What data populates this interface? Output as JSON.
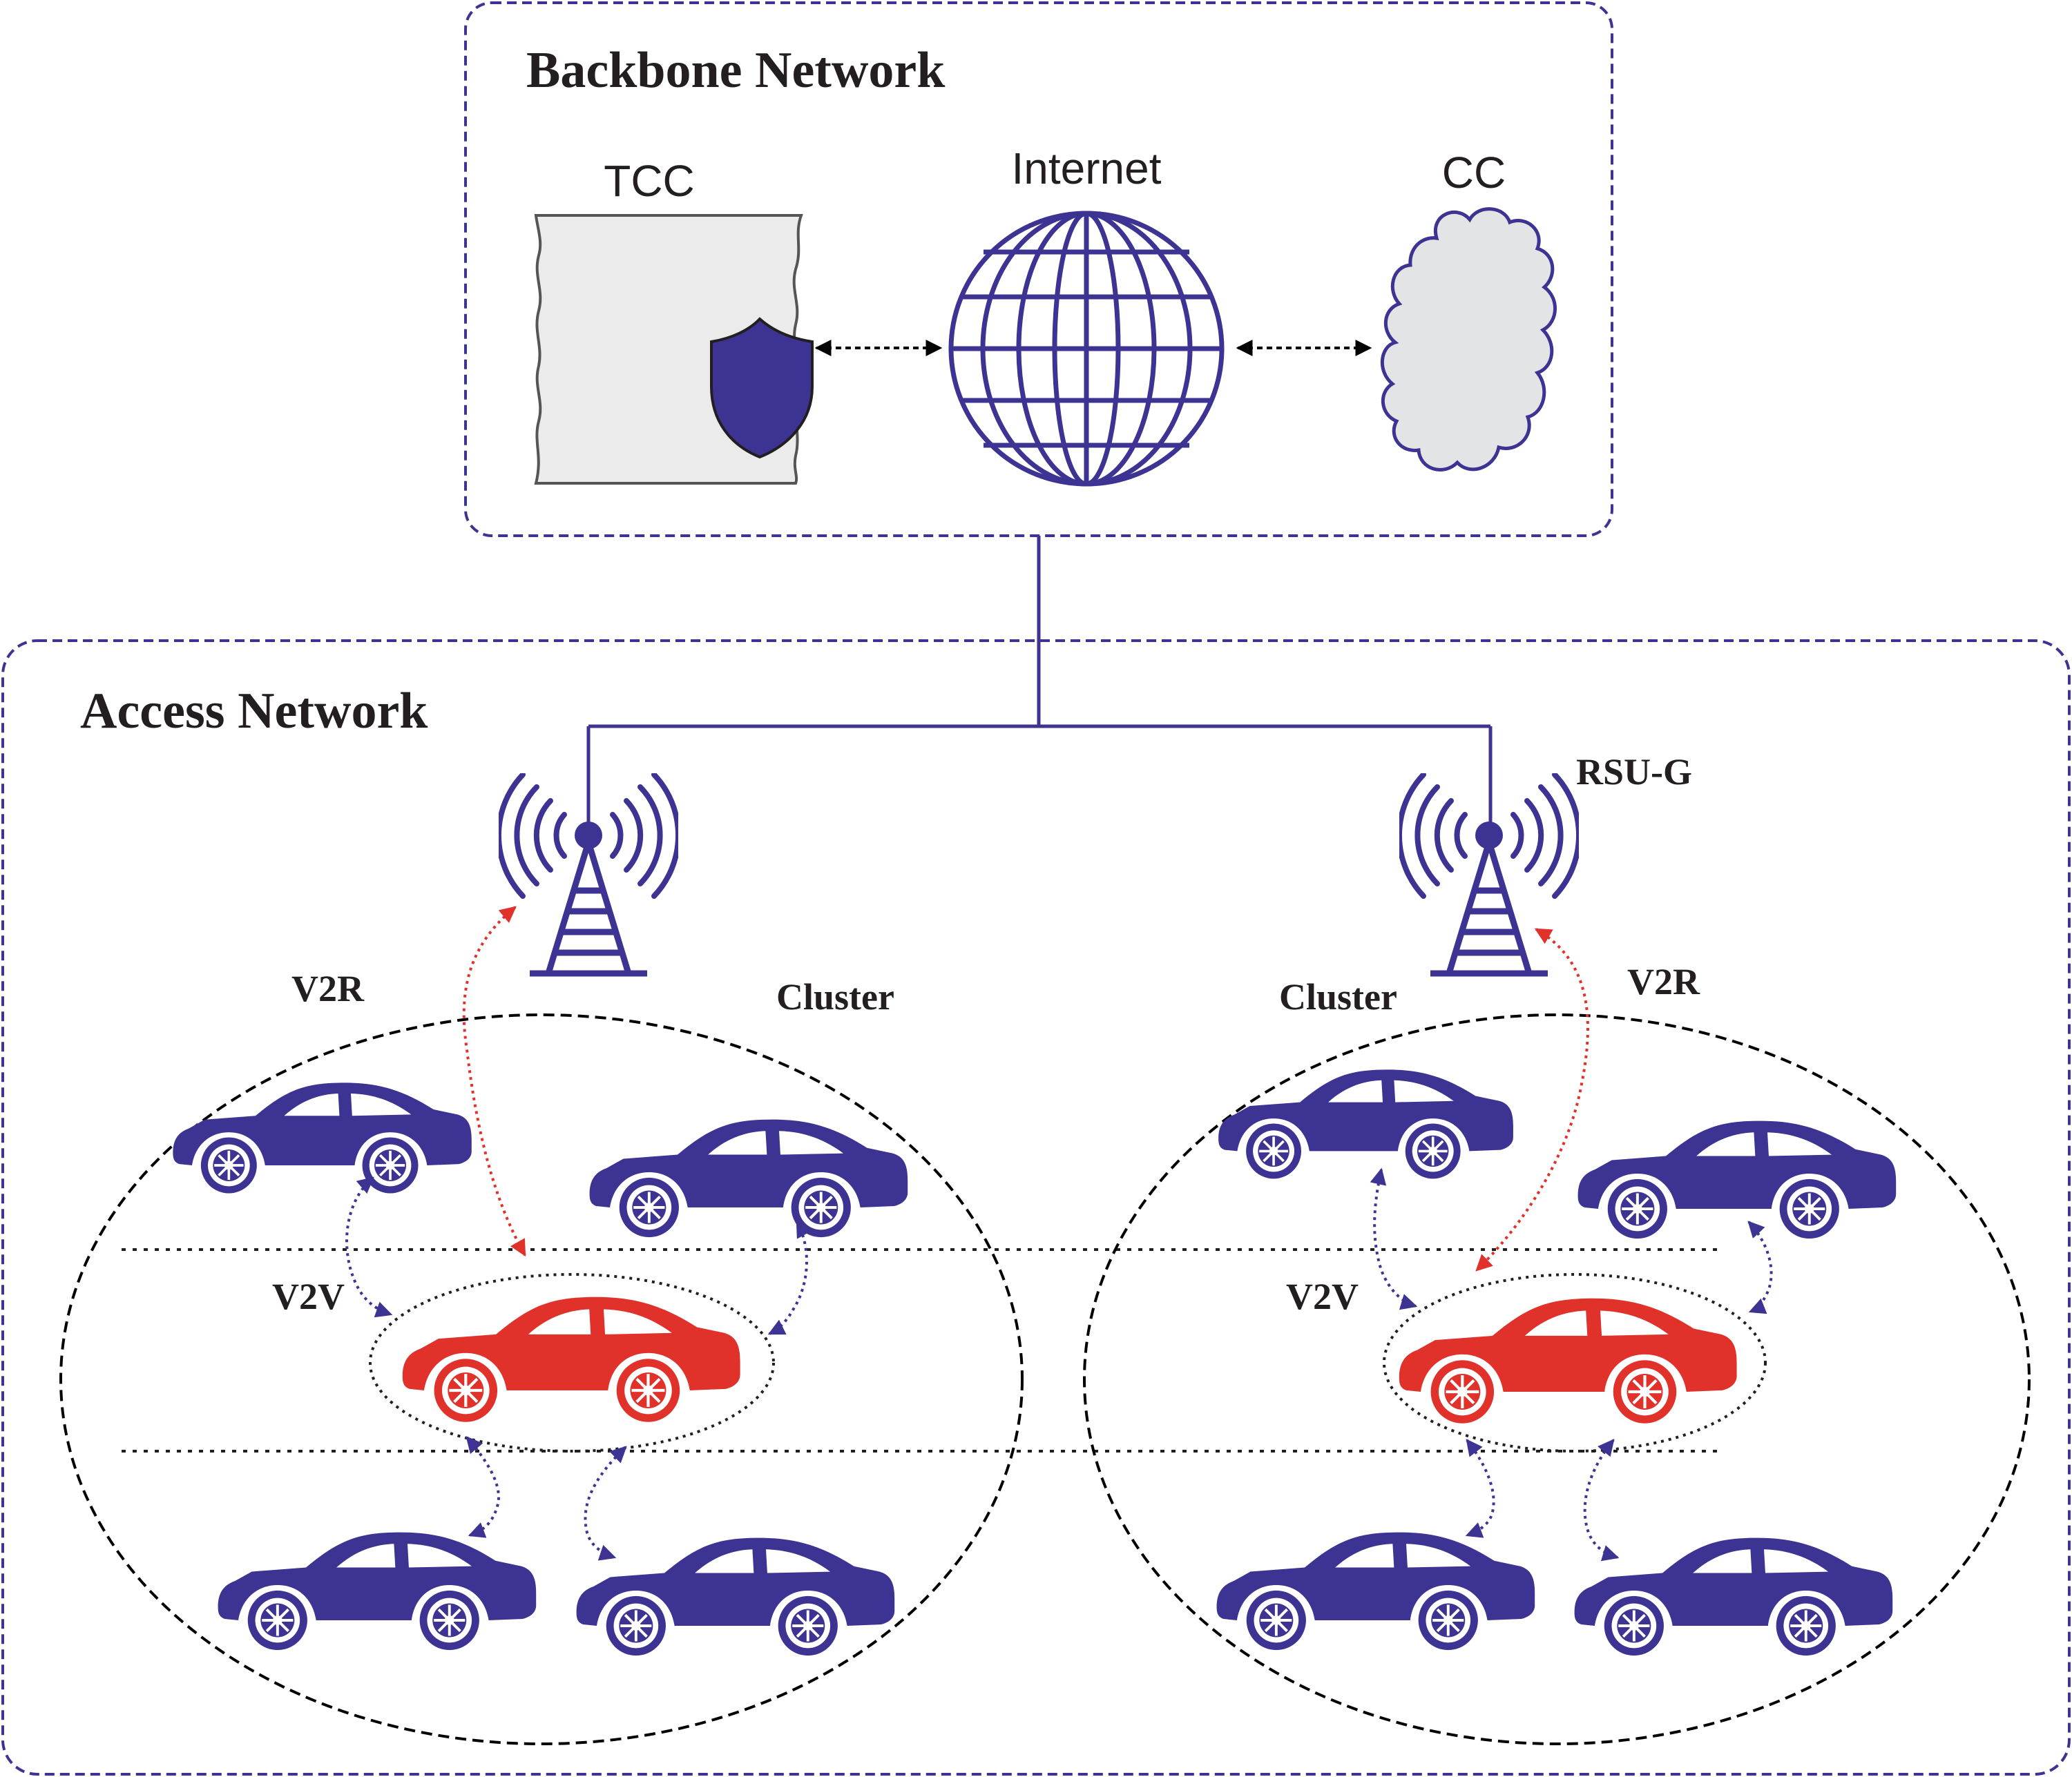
{
  "backbone": {
    "title": "Backbone Network",
    "tcc_label": "TCC",
    "internet_label": "Internet",
    "cc_label": "CC"
  },
  "access": {
    "title": "Access Network",
    "rsu_label": "RSU-G",
    "left_cluster": {
      "v2r_label": "V2R",
      "cluster_label": "Cluster",
      "v2v_label": "V2V"
    },
    "right_cluster": {
      "cluster_label": "Cluster",
      "v2r_label": "V2R",
      "v2v_label": "V2V"
    }
  },
  "colors": {
    "primary": "#3c3393",
    "cluster_head": "#e0312b",
    "v2r_link": "#e0312b",
    "v2v_link": "#3c3393",
    "server_fill": "#ebebeb",
    "cloud_fill": "#e3e4e6"
  }
}
